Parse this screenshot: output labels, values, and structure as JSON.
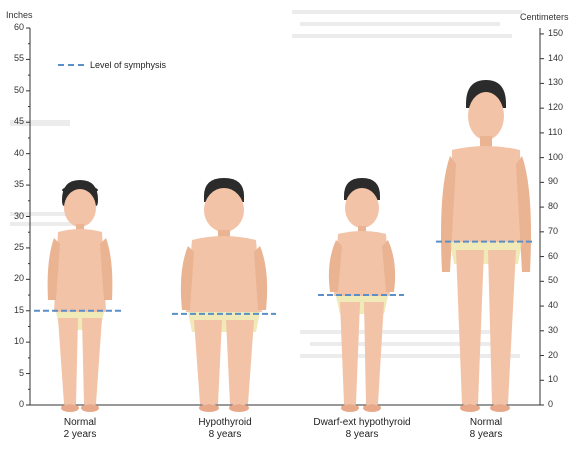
{
  "axes": {
    "left_unit": "Inches",
    "right_unit": "Centimeters",
    "left_ticks": [
      "0",
      "5",
      "10",
      "15",
      "20",
      "25",
      "30",
      "35",
      "40",
      "45",
      "50",
      "55",
      "60"
    ],
    "right_ticks": [
      "0",
      "10",
      "20",
      "30",
      "40",
      "50",
      "60",
      "70",
      "80",
      "90",
      "100",
      "110",
      "120",
      "130",
      "140",
      "150"
    ]
  },
  "legend": {
    "label": "Level of symphysis",
    "color": "#5a8fc8"
  },
  "figures": [
    {
      "caption_line1": "Normal",
      "caption_line2": "2 years",
      "symphysis_level_in": 15
    },
    {
      "caption_line1": "Hypothyroid",
      "caption_line2": "8 years",
      "symphysis_level_in": 14.5
    },
    {
      "caption_line1": "Dwarf-ext hypothyroid",
      "caption_line2": "8 years",
      "symphysis_level_in": 17.5
    },
    {
      "caption_line1": "Normal",
      "caption_line2": "8 years",
      "symphysis_level_in": 26
    }
  ],
  "colors": {
    "skin": "#f2c3a7",
    "skin_shade": "#e7a98a",
    "hair": "#2b2b2b",
    "axis": "#333333",
    "groin": "#e9df9a"
  }
}
